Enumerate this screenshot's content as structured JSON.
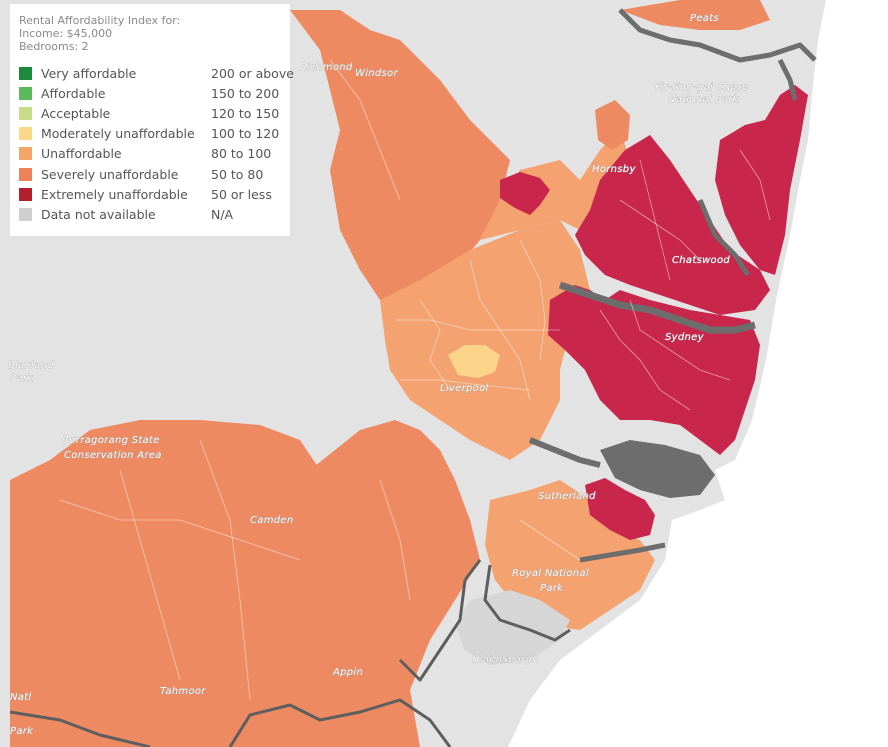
{
  "legend": {
    "title": "Rental Affordability Index for:",
    "income_line": "Income: $45,000",
    "bedrooms_line": "Bedrooms: 2",
    "items": [
      {
        "label": "Very affordable",
        "range": "200 or above",
        "color": "#1a8a3c"
      },
      {
        "label": "Affordable",
        "range": "150 to 200",
        "color": "#5cb85c"
      },
      {
        "label": "Acceptable",
        "range": "120 to 150",
        "color": "#c8dc8a"
      },
      {
        "label": "Moderately unaffordable",
        "range": "100 to 120",
        "color": "#fbd889"
      },
      {
        "label": "Unaffordable",
        "range": "80 to 100",
        "color": "#f3a66a"
      },
      {
        "label": "Severely unaffordable",
        "range": "50 to 80",
        "color": "#ee825a"
      },
      {
        "label": "Extremely unaffordable",
        "range": "50 or less",
        "color": "#b2202e"
      },
      {
        "label": "Data not available",
        "range": "N/A",
        "color": "#cfcfcf"
      }
    ]
  },
  "map": {
    "colors": {
      "background": "#e3e3e3",
      "ocean": "#ffffff",
      "severe": "#ee8a62",
      "unaffordable": "#f4a270",
      "moderate": "#fbd48a",
      "extreme": "#c8264a",
      "park": "#d6d6d6",
      "water": "#6d6d6d",
      "boundary": "#5e5e5e"
    },
    "labels": [
      {
        "text": "Richmond",
        "name": "place-label-richmond"
      },
      {
        "text": "Windsor",
        "name": "place-label-windsor"
      },
      {
        "text": "Ku-ring-gai Chase",
        "name": "place-label-kuringgai-1"
      },
      {
        "text": "National Park",
        "name": "place-label-kuringgai-2"
      },
      {
        "text": "Hornsby",
        "name": "place-label-hornsby"
      },
      {
        "text": "Chatswood",
        "name": "place-label-chatswood"
      },
      {
        "text": "Sydney",
        "name": "place-label-sydney"
      },
      {
        "text": "Liverpool",
        "name": "place-label-liverpool"
      },
      {
        "text": "Burragorang State",
        "name": "place-label-burragorang-1"
      },
      {
        "text": "Conservation Area",
        "name": "place-label-burragorang-2"
      },
      {
        "text": "Camden",
        "name": "place-label-camden"
      },
      {
        "text": "Sutherland",
        "name": "place-label-sutherland"
      },
      {
        "text": "Royal National",
        "name": "place-label-royal-1"
      },
      {
        "text": "Park",
        "name": "place-label-royal-2"
      },
      {
        "text": "Helensburgh",
        "name": "place-label-helensburgh"
      },
      {
        "text": "Appin",
        "name": "place-label-appin"
      },
      {
        "text": "Tahmoor",
        "name": "place-label-tahmoor"
      },
      {
        "text": "Peats",
        "name": "place-label-peats"
      },
      {
        "text": "Blaxland",
        "name": "place-label-blaxland-1"
      },
      {
        "text": "Park",
        "name": "place-label-blaxland-2"
      },
      {
        "text": "Natl",
        "name": "place-label-nattai-1"
      },
      {
        "text": "Park",
        "name": "place-label-nattai-2"
      }
    ]
  }
}
